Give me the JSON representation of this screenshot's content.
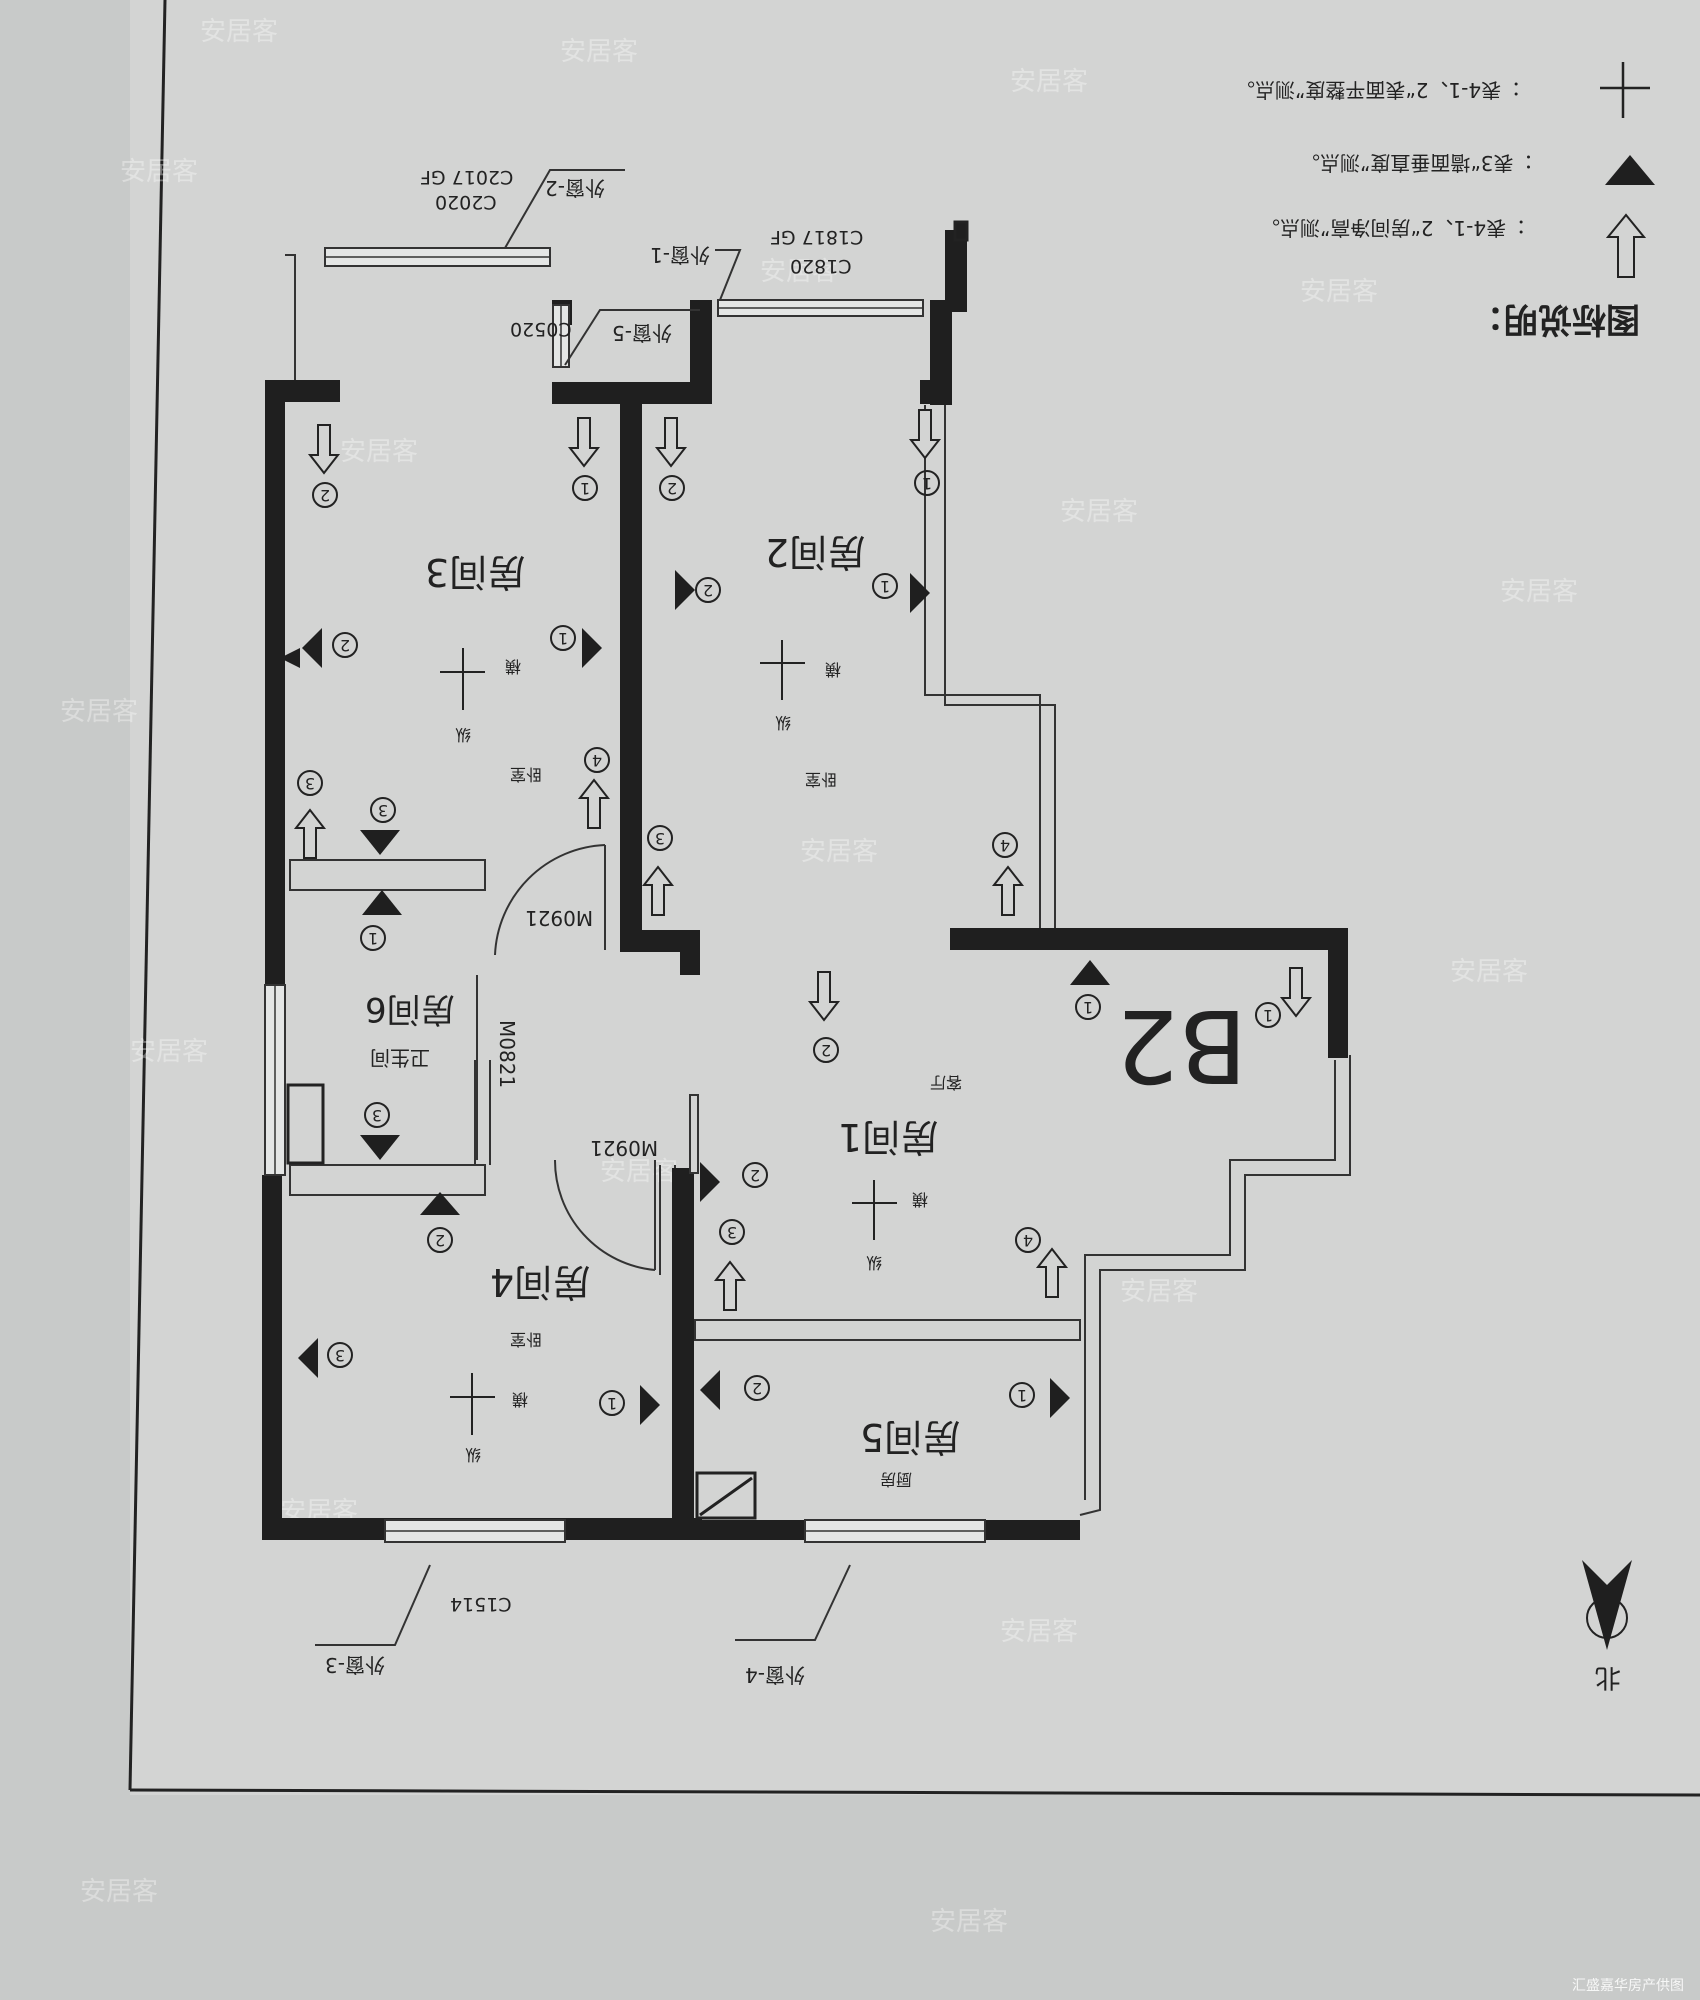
{
  "legend": {
    "title": "图标说明：",
    "items": [
      "：表4-1、2“房间净高”测点。",
      "：表3“墙面垂直度”测点。",
      "：表4-1、2“表面平整度”测点。"
    ]
  },
  "unit_label": "B2",
  "north": "北",
  "rooms": {
    "room1": "房间1",
    "room1_use": "客厅",
    "room2": "房间2",
    "room2_use": "卧室",
    "room3": "房间3",
    "room3_use": "卧室",
    "room4": "房间4",
    "room4_use": "卧室",
    "room5": "房间5",
    "room5_use": "厨房",
    "room6": "房间6",
    "room6_use": "卫生间"
  },
  "windows": {
    "w2_label": "外窗-2",
    "w2_code1": "C2020",
    "w2_code2": "C2017 GF",
    "w1_label": "外窗-1",
    "w1_code1": "C1820",
    "w1_code2": "C1817 GF",
    "w5_label": "外窗-5",
    "w5_code": "C0520",
    "w3_label": "外窗-3",
    "w3_code": "C1514",
    "w4_label": "外窗-4"
  },
  "doors": {
    "d1": "M0921",
    "d2": "M0821",
    "d3": "M0921"
  },
  "axis": {
    "zong": "纵",
    "heng": "横"
  },
  "markers": {
    "m1": "1",
    "m2": "2",
    "m3": "3",
    "m4": "4"
  },
  "watermark": "安居客",
  "credit": "汇盛嘉华房产供图"
}
